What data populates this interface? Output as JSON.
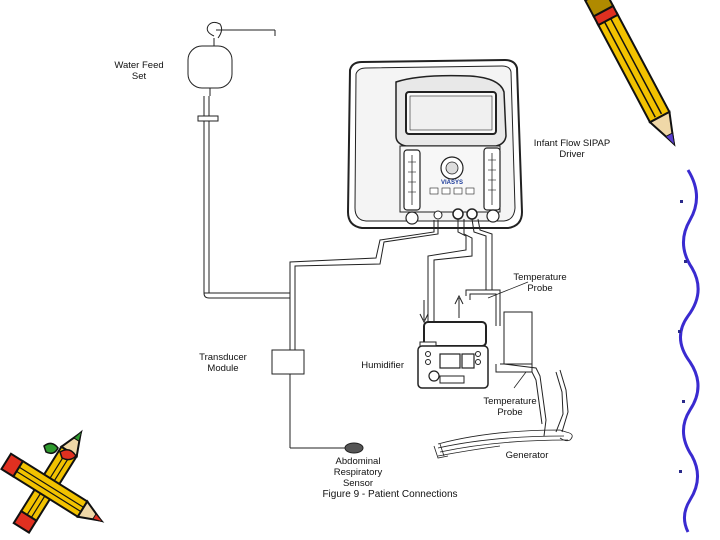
{
  "figure": {
    "caption": "Figure 9 - Patient Connections",
    "labels": {
      "water_feed": [
        "Water Feed",
        "Set"
      ],
      "driver": [
        "Infant Flow SIPAP",
        "Driver"
      ],
      "temp_probe_top": [
        "Temperature",
        "Probe"
      ],
      "transducer": [
        "Transducer",
        "Module"
      ],
      "humidifier": "Humidifier",
      "temp_probe_bottom": [
        "Temperature",
        "Probe"
      ],
      "generator": "Generator",
      "abdominal": [
        "Abdominal",
        "Respiratory",
        "Sensor"
      ]
    },
    "device_logo": "VIASYS"
  },
  "colors": {
    "line": "#222222",
    "pencil_body": "#f2c200",
    "pencil_red": "#e03020",
    "pencil_tip": "#f0d8a8",
    "pencil_green": "#2e9a2e",
    "border_squiggle": "#3a2bd0",
    "border_dots": "#2a2a8a"
  },
  "icons": [
    "pencil-icon",
    "crossed-pencils-icon"
  ]
}
